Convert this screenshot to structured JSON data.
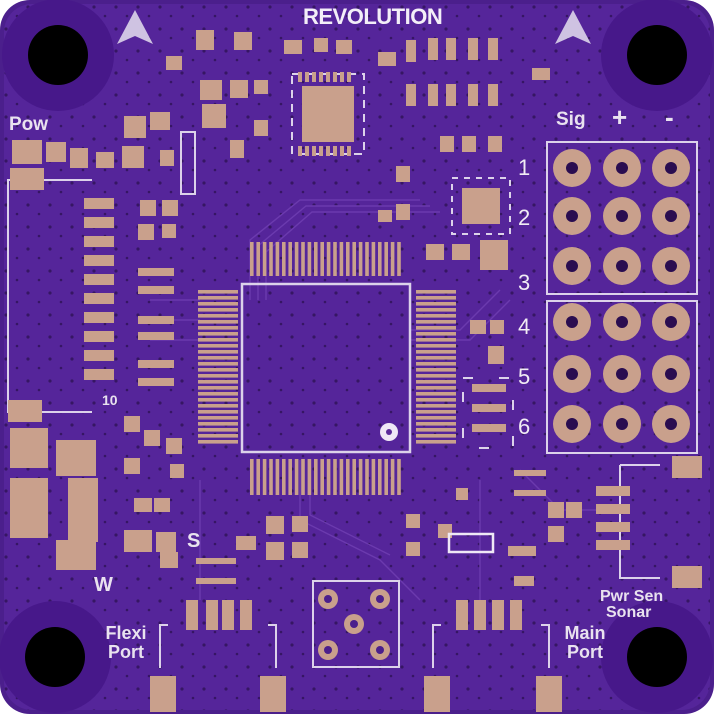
{
  "board": {
    "logo": "REVOLUTION",
    "colors": {
      "substrate": "#4a1d8a",
      "soldermask": "#5a2a9a",
      "copper_pad": "#c9a08c",
      "silkscreen": "#e4dcef",
      "mounting_hole": "#000000"
    }
  },
  "labels": {
    "pow": "Pow",
    "sig": "Sig",
    "plus": "+",
    "minus": "-",
    "channels": [
      "1",
      "2",
      "3",
      "4",
      "5",
      "6"
    ],
    "ten": "10",
    "s": "S",
    "w": "W",
    "flexi_port_line1": "Flexi",
    "flexi_port_line2": "Port",
    "main_port_line1": "Main",
    "main_port_line2": "Port",
    "pwr_sen": "Pwr Sen",
    "sonar": "Sonar"
  },
  "icons": [
    "arrow-up-icon",
    "arrow-up-icon"
  ]
}
